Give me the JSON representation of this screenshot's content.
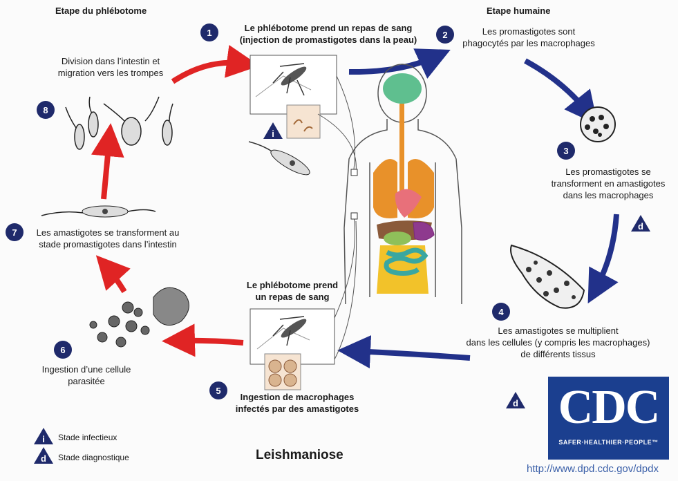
{
  "headers": {
    "sandfly_stage": "Etape du phlébotome",
    "human_stage": "Etape humaine"
  },
  "steps": [
    {
      "num": "1",
      "lines": [
        "Le phlébotome prend un repas de sang",
        "(injection de promastigotes dans la peau)"
      ]
    },
    {
      "num": "2",
      "lines": [
        "Les promastigotes sont",
        "phagocytés par les macrophages"
      ]
    },
    {
      "num": "3",
      "lines": [
        "Les promastigotes se",
        "transforment en amastigotes",
        "dans les macrophages"
      ]
    },
    {
      "num": "4",
      "lines": [
        "Les amastigotes se multiplient",
        "dans les cellules (y compris les macrophages)",
        "de différents tissus"
      ]
    },
    {
      "num": "5",
      "lines": [
        "Ingestion de macrophages",
        "infectés par des amastigotes"
      ]
    },
    {
      "num": "6",
      "lines": [
        "Ingestion d’une cellule",
        "parasitée"
      ]
    },
    {
      "num": "7",
      "lines": [
        "Les amastigotes se transforment au",
        "stade promastigotes dans l’intestin"
      ]
    },
    {
      "num": "8",
      "lines": [
        "Division dans l’intestin et",
        "migration vers les trompes"
      ]
    }
  ],
  "blood_meal_5": [
    "Le phlébotome prend",
    "un repas de sang"
  ],
  "legend": {
    "infective_letter": "i",
    "infective_label": "Stade infectieux",
    "diagnostic_letter": "d",
    "diagnostic_label": "Stade diagnostique"
  },
  "title": "Leishmaniose",
  "cdc": {
    "logo": "CDC",
    "tagline": "SAFER·HEALTHIER·PEOPLE™",
    "url": "http://www.dpd.cdc.gov/dpdx"
  },
  "colors": {
    "sandfly_arrow": "#e02424",
    "human_arrow": "#22318a",
    "badge": "#1f2a6b",
    "brain": "#5fbf8f",
    "lungs": "#e8912a",
    "heart": "#e8707a",
    "liver": "#8a5a3a",
    "stomach": "#8fc05a",
    "intestine_small": "#3aa7a0",
    "intestine_large": "#f2c22a",
    "cdc_blue": "#1b3f8f"
  }
}
